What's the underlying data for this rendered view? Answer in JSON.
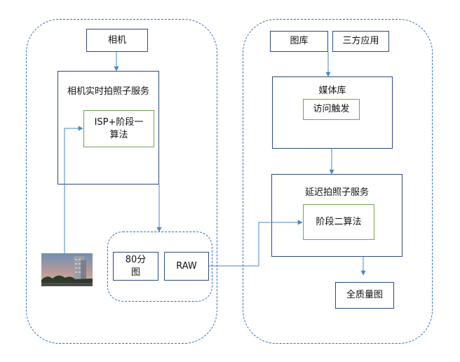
{
  "left": {
    "camera": "相机",
    "realtime_service": "相机实时拍照子服务",
    "isp_algo_line1": "ISP+阶段一",
    "isp_algo_line2": "算法",
    "img80_line1": "80分",
    "img80_line2": "图",
    "raw": "RAW"
  },
  "right": {
    "gallery": "图库",
    "third_party": "三方应用",
    "media_library": "媒体库",
    "access_trigger": "访问触发",
    "deferred_service": "延迟拍照子服务",
    "stage2_algo": "阶段二算法",
    "full_quality": "全质量图"
  },
  "colors": {
    "dashed_border": "#2e6db4",
    "box_border": "#2a4a7f",
    "algo_border": "#6aa84f",
    "arrow": "#4a86c8"
  }
}
